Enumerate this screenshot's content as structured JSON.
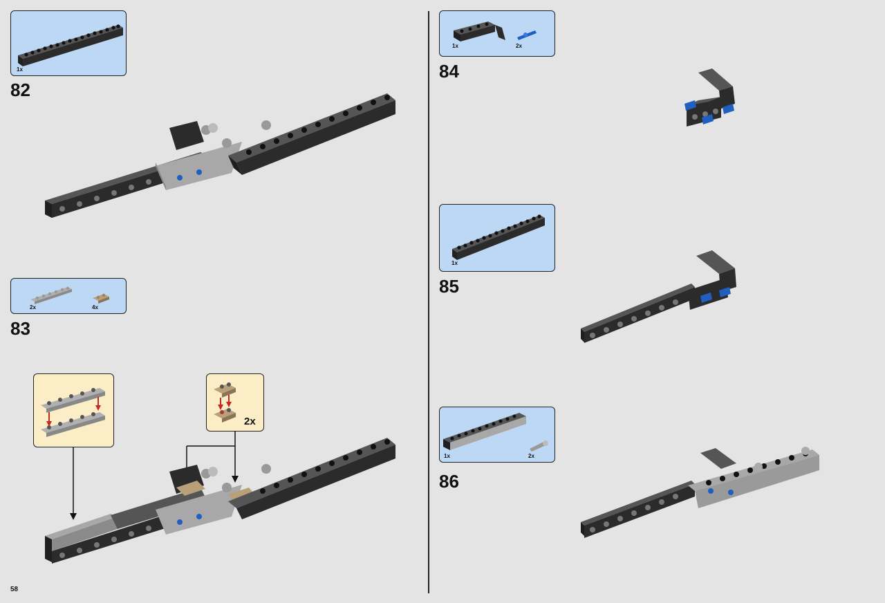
{
  "page_number": "58",
  "colors": {
    "parts_panel": "#bcd8f4",
    "callout_panel": "#fbedc6",
    "brick_dark": "#2b2b2b",
    "brick_light": "#a8a8a8",
    "pin_blue": "#1f5fbf",
    "tan": "#a89270",
    "arrow_red": "#c62828"
  },
  "steps": [
    {
      "number": "82",
      "parts": [
        {
          "qty": "1x",
          "part": "black-technic-brick-1x16-icon"
        }
      ]
    },
    {
      "number": "83",
      "parts": [
        {
          "qty": "2x",
          "part": "grey-plate-1x6-icon"
        },
        {
          "qty": "4x",
          "part": "tan-plate-1x2-icon"
        }
      ],
      "callout_qty": "2x"
    },
    {
      "number": "84",
      "parts": [
        {
          "qty": "1x",
          "part": "black-angled-brick-icon"
        },
        {
          "qty": "2x",
          "part": "blue-pin-icon"
        }
      ]
    },
    {
      "number": "85",
      "parts": [
        {
          "qty": "1x",
          "part": "black-technic-brick-1x16-icon"
        }
      ]
    },
    {
      "number": "86",
      "parts": [
        {
          "qty": "1x",
          "part": "grey-technic-brick-1x12-icon"
        },
        {
          "qty": "2x",
          "part": "grey-axle-pin-icon"
        }
      ]
    }
  ]
}
